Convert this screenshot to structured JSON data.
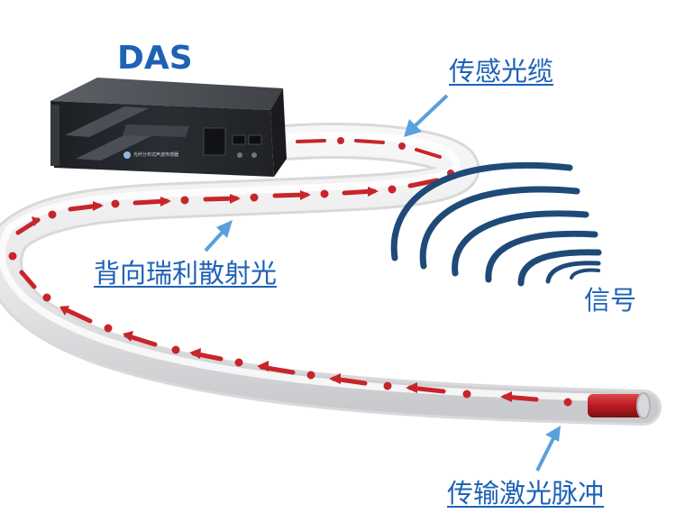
{
  "diagram": {
    "title": "DAS",
    "labels": {
      "cable": "传感光缆",
      "backscatter": "背向瑞利散射光",
      "signal": "信号",
      "pulse": "传输激光脉冲"
    },
    "device_front_text": "光纤分布式声波传感器",
    "colors": {
      "title": "#1e62b6",
      "callout_text": "#1e62b6",
      "signal_text": "#1e62b6",
      "arrow": "#5aa0dc",
      "waves": "#1f4a78",
      "pulse_marks": "#c8252a",
      "fiber": "#e9e9ea",
      "device_body": "#2d2f33"
    },
    "icons": [
      "das-device",
      "fiber-cable",
      "signal-waves",
      "laser-pulse"
    ]
  }
}
